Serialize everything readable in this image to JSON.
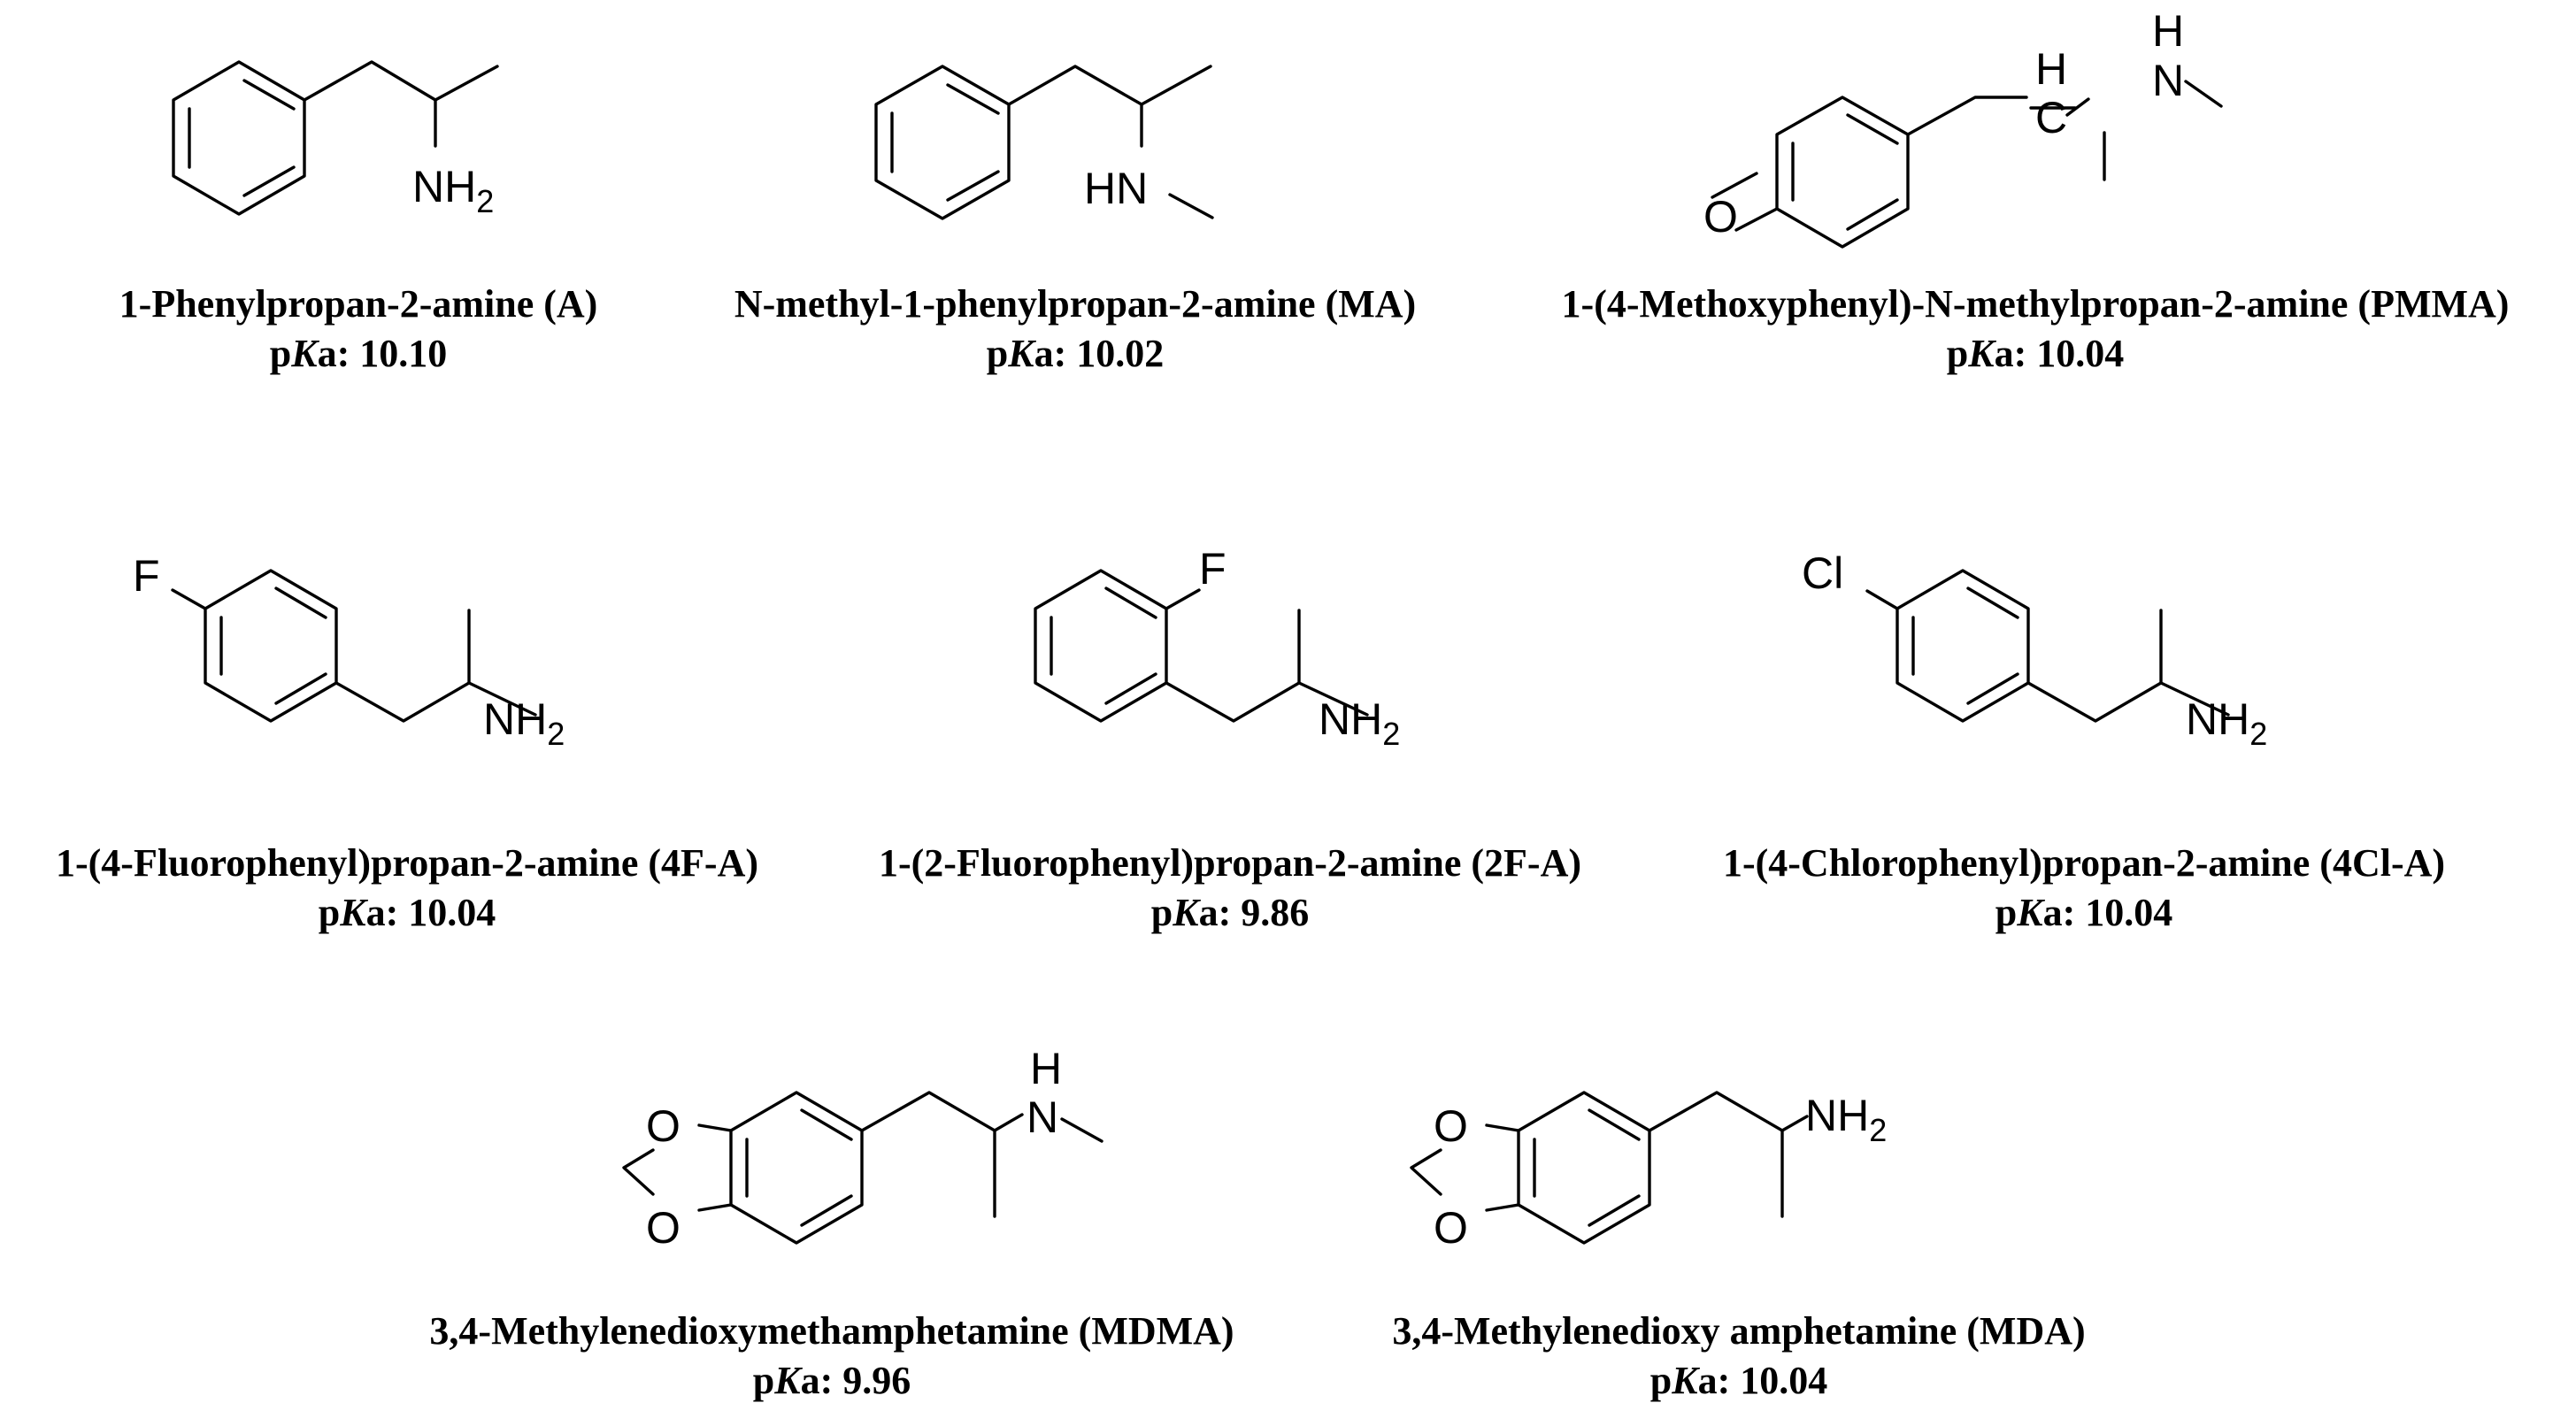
{
  "compounds": [
    {
      "id": "A",
      "name": "1-Phenylpropan-2-amine (A)",
      "pka_prefix": "p",
      "pka_k": "K",
      "pka_suffix": "a: ",
      "pka_value": "10.10",
      "amine_label": "NH2"
    },
    {
      "id": "MA",
      "name": "N-methyl-1-phenylpropan-2-amine (MA)",
      "pka_prefix": "p",
      "pka_k": "K",
      "pka_suffix": "a: ",
      "pka_value": "10.02",
      "amine_label": "HN"
    },
    {
      "id": "PMMA",
      "name": "1-(4-Methoxyphenyl)-N-methylpropan-2-amine (PMMA)",
      "pka_prefix": "p",
      "pka_k": "K",
      "pka_suffix": "a: ",
      "pka_value": "10.04",
      "atom_labels": [
        "O",
        "H",
        "C",
        "H",
        "N"
      ]
    },
    {
      "id": "4F-A",
      "name": "1-(4-Fluorophenyl)propan-2-amine (4F-A)",
      "pka_prefix": "p",
      "pka_k": "K",
      "pka_suffix": "a: ",
      "pka_value": "10.04",
      "atom_labels": [
        "F",
        "NH2"
      ]
    },
    {
      "id": "2F-A",
      "name": "1-(2-Fluorophenyl)propan-2-amine (2F-A)",
      "pka_prefix": "p",
      "pka_k": "K",
      "pka_suffix": "a: ",
      "pka_value": "9.86",
      "atom_labels": [
        "F",
        "NH2"
      ]
    },
    {
      "id": "4Cl-A",
      "name": "1-(4-Chlorophenyl)propan-2-amine (4Cl-A)",
      "pka_prefix": "p",
      "pka_k": "K",
      "pka_suffix": "a: ",
      "pka_value": "10.04",
      "atom_labels": [
        "Cl",
        "NH2"
      ]
    },
    {
      "id": "MDMA",
      "name": "3,4-Methylenedioxymethamphetamine (MDMA)",
      "pka_prefix": "p",
      "pka_k": "K",
      "pka_suffix": "a: ",
      "pka_value": "9.96",
      "atom_labels": [
        "O",
        "O",
        "H",
        "N"
      ]
    },
    {
      "id": "MDA",
      "name": "3,4-Methylenedioxy amphetamine (MDA)",
      "pka_prefix": "p",
      "pka_k": "K",
      "pka_suffix": "a: ",
      "pka_value": "10.04",
      "atom_labels": [
        "O",
        "O",
        "NH2"
      ]
    }
  ]
}
